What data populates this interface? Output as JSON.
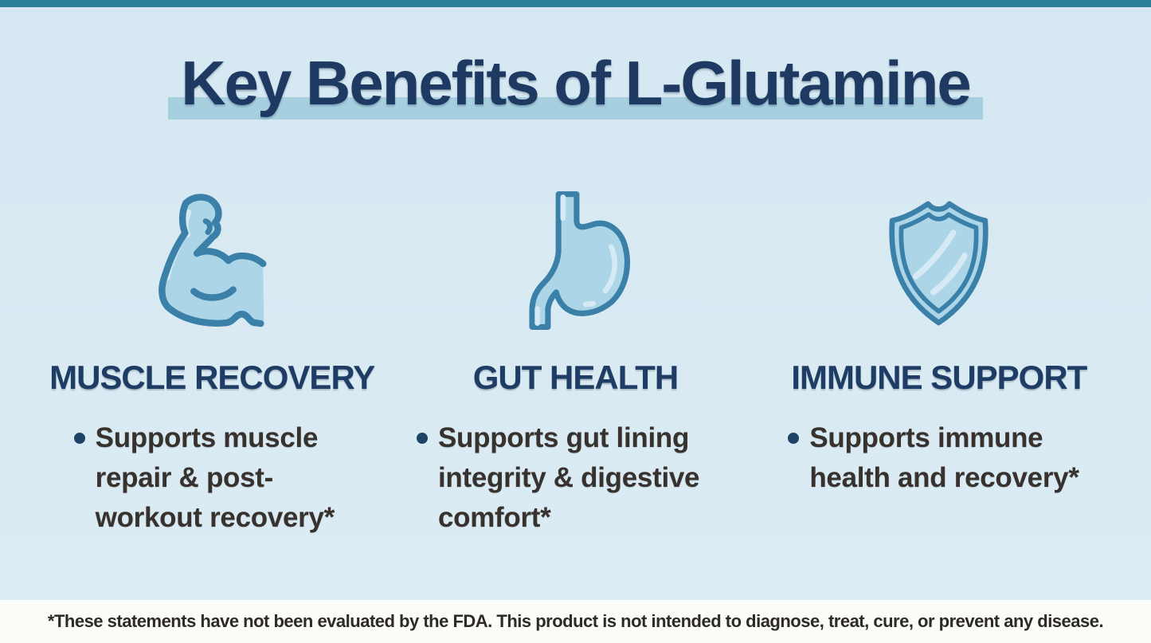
{
  "page": {
    "title": "Key Benefits of L-Glutamine",
    "footer_disclaimer": "*These statements have not been evaluated by the FDA. This product is not intended to diagnose, treat, cure, or prevent any disease."
  },
  "colors": {
    "background": "#D8E9F2",
    "top_strip": "#2B7E9A",
    "title_text": "#1E3A62",
    "title_highlight_bar": "#A6CFE0",
    "heading_text": "#1E3C64",
    "bullet_text": "#38322E",
    "bullet_dot": "#1D4368",
    "icon_stroke": "#3B80A8",
    "icon_fill": "#ACD6E8",
    "icon_highlight": "#D5EAF4",
    "footer_background": "#FBFBF8",
    "footer_text": "#2D2A27"
  },
  "benefits": [
    {
      "icon": "bicep-icon",
      "heading": "MUSCLE RECOVERY",
      "bullet": "Supports muscle repair & post-workout recovery*"
    },
    {
      "icon": "stomach-icon",
      "heading": "GUT HEALTH",
      "bullet": "Supports gut lining integrity & digestive comfort*"
    },
    {
      "icon": "shield-icon",
      "heading": "IMMUNE SUPPORT",
      "bullet": "Supports immune health and recovery*"
    }
  ]
}
